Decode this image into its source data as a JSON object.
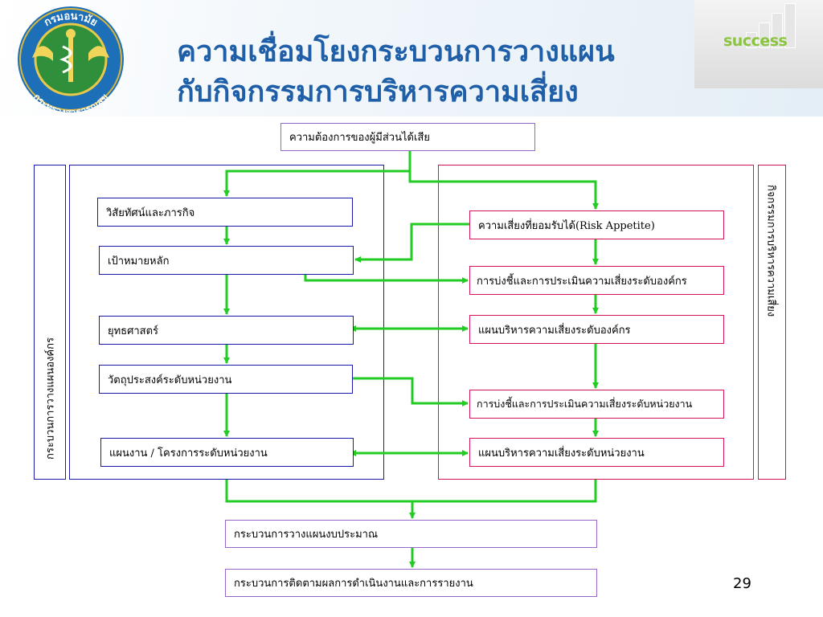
{
  "header": {
    "title_line1": "ความเชื่อมโยงกระบวนการวางแผน",
    "title_line2": "กับกิจกรรมการบริหารความเสี่ยง",
    "logo_icon": "ministry-seal-icon",
    "logo_text_top": "กรมอนามัย",
    "logo_text_bottom": "กระทรวงสาธารณสุข",
    "badge_text": "success"
  },
  "diagram": {
    "stakeholder_needs": "ความต้องการของผู้มีส่วนได้เสีย",
    "planning": {
      "side_label": "กระบวนการวางแผนองค์กร",
      "steps": [
        "วิสัยทัศน์และภารกิจ",
        "เป้าหมายหลัก",
        "ยุทธศาสตร์",
        "วัตถุประสงค์ระดับหน่วยงาน",
        "แผนงาน / โครงการระดับหน่วยงาน"
      ]
    },
    "risk": {
      "side_label": "กิจกรรมการบริหารความเสี่ยง",
      "steps": [
        "ความเสี่ยงที่ยอมรับได้(Risk Appetite)",
        "การบ่งชี้และการประเมินความเสี่ยงระดับองค์กร",
        "แผนบริหารความเสี่ยงระดับองค์กร",
        "การบ่งชี้และการประเมินความเสี่ยงระดับหน่วยงาน",
        "แผนบริหารความเสี่ยงระดับหน่วยงาน"
      ]
    },
    "budget_planning": "กระบวนการวางแผนงบประมาณ",
    "monitoring": "กระบวนการติดตามผลการดำเนินงานและการรายงาน",
    "colors": {
      "arrow": "#22cc22",
      "planning_border": "#1a1aa8",
      "risk_border": "#d4145a",
      "title": "#1f5fa8"
    }
  },
  "footer": {
    "page_number": "29"
  }
}
